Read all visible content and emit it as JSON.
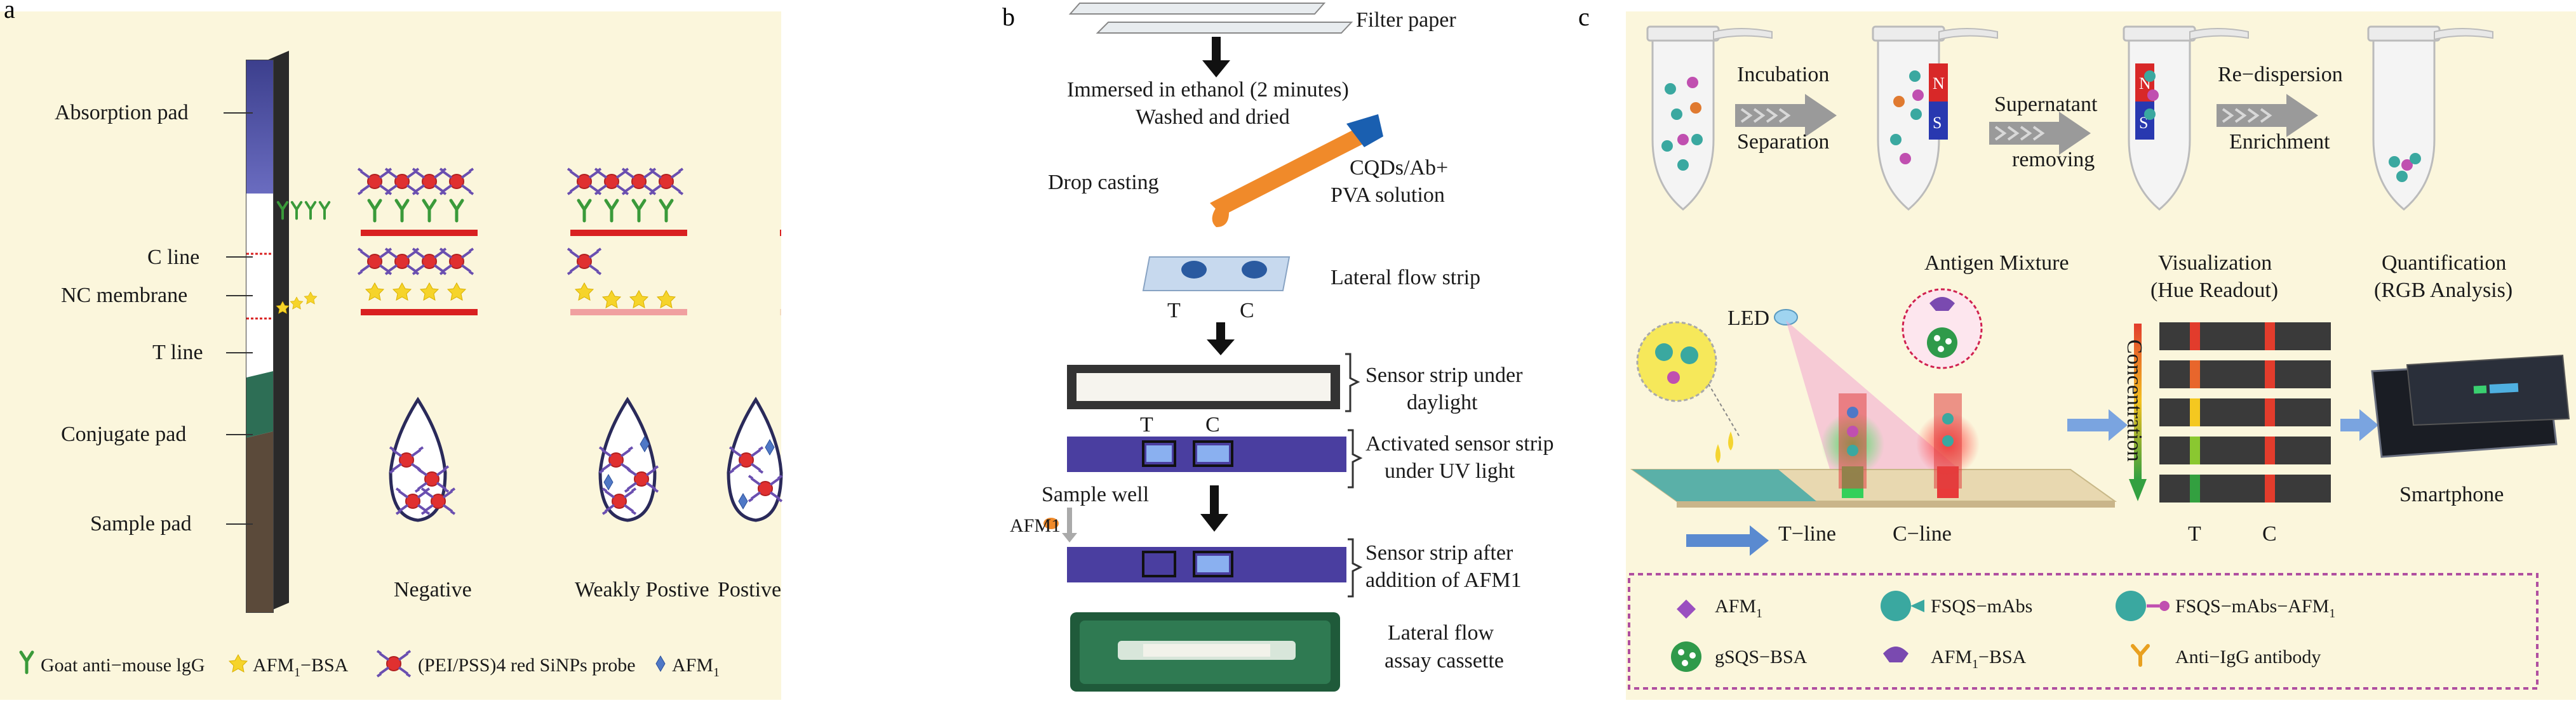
{
  "panel_a": {
    "letter": "a",
    "strip_labels": {
      "absorption": "Absorption pad",
      "c_line": "C line",
      "nc_membrane": "NC membrane",
      "t_line": "T line",
      "conjugate": "Conjugate pad",
      "sample": "Sample pad"
    },
    "drop_labels": {
      "negative": "Negative",
      "weak": "Weakly Postive",
      "positive": "Postive"
    },
    "legend": {
      "goat": "Goat anti−mouse lgG",
      "afm_bsa_pre": "AFM",
      "afm_bsa_sub": "1",
      "afm_bsa_post": "−BSA",
      "probe": "(PEI/PSS)4 red SiNPs probe",
      "afm_pre": "AFM",
      "afm_sub": "1"
    },
    "colors": {
      "background": "#fbf6dc",
      "line_red": "#d92020",
      "absorption": "#3e3f8a",
      "conjugate": "#2d6e55",
      "sample": "#5b4a3a"
    }
  },
  "panel_b": {
    "letter": "b",
    "labels": {
      "filter": "Filter paper",
      "immersed": "Immersed in ethanol (2 minutes)",
      "washed": "Washed and dried",
      "drop_casting": "Drop casting",
      "cqds1": "CQDs/Ab+",
      "cqds2": "PVA solution",
      "lateral_strip": "Lateral flow strip",
      "t": "T",
      "c": "C",
      "daylight1": "Sensor strip under",
      "daylight2": "daylight",
      "t2": "T",
      "c2": "C",
      "uv1": "Activated sensor strip",
      "uv2": "under UV light",
      "sample_well": "Sample well",
      "afm1": "AFM1",
      "after1": "Sensor strip after",
      "after2": "addition of AFM1",
      "cassette1": "Lateral flow",
      "cassette2": "assay cassette"
    }
  },
  "panel_c": {
    "letter": "c",
    "labels": {
      "incubation": "Incubation",
      "separation": "Separation",
      "supernatant1": "Supernatant",
      "supernatant2": "removing",
      "redispersion": "Re−dispersion",
      "enrichment": "Enrichment",
      "antigen_mixture": "Antigen Mixture",
      "led": "LED",
      "visualization1": "Visualization",
      "visualization2": "(Hue Readout)",
      "quant1": "Quantification",
      "quant2": "(RGB Analysis)",
      "concentration": "Concentration",
      "tline": "T−line",
      "cline": "C−line",
      "t": "T",
      "c": "C",
      "smartphone": "Smartphone",
      "n": "N",
      "s": "S"
    },
    "legend": {
      "afm_pre": "AFM",
      "afm_sub": "1",
      "fsqs_mabs": "FSQS−mAbs",
      "fsqs_mabs_afm_pre": "FSQS−mAbs−AFM",
      "fsqs_mabs_afm_sub": "1",
      "gsqs_bsa": "gSQS−BSA",
      "afm_bsa_pre": "AFM",
      "afm_bsa_sub": "1",
      "afm_bsa_post": "−BSA",
      "anti_igg": "Anti−IgG antibody"
    },
    "colors": {
      "background": "#fbf6dc",
      "t_line": "#e23c2c",
      "legend_border": "#b04fa0"
    }
  }
}
